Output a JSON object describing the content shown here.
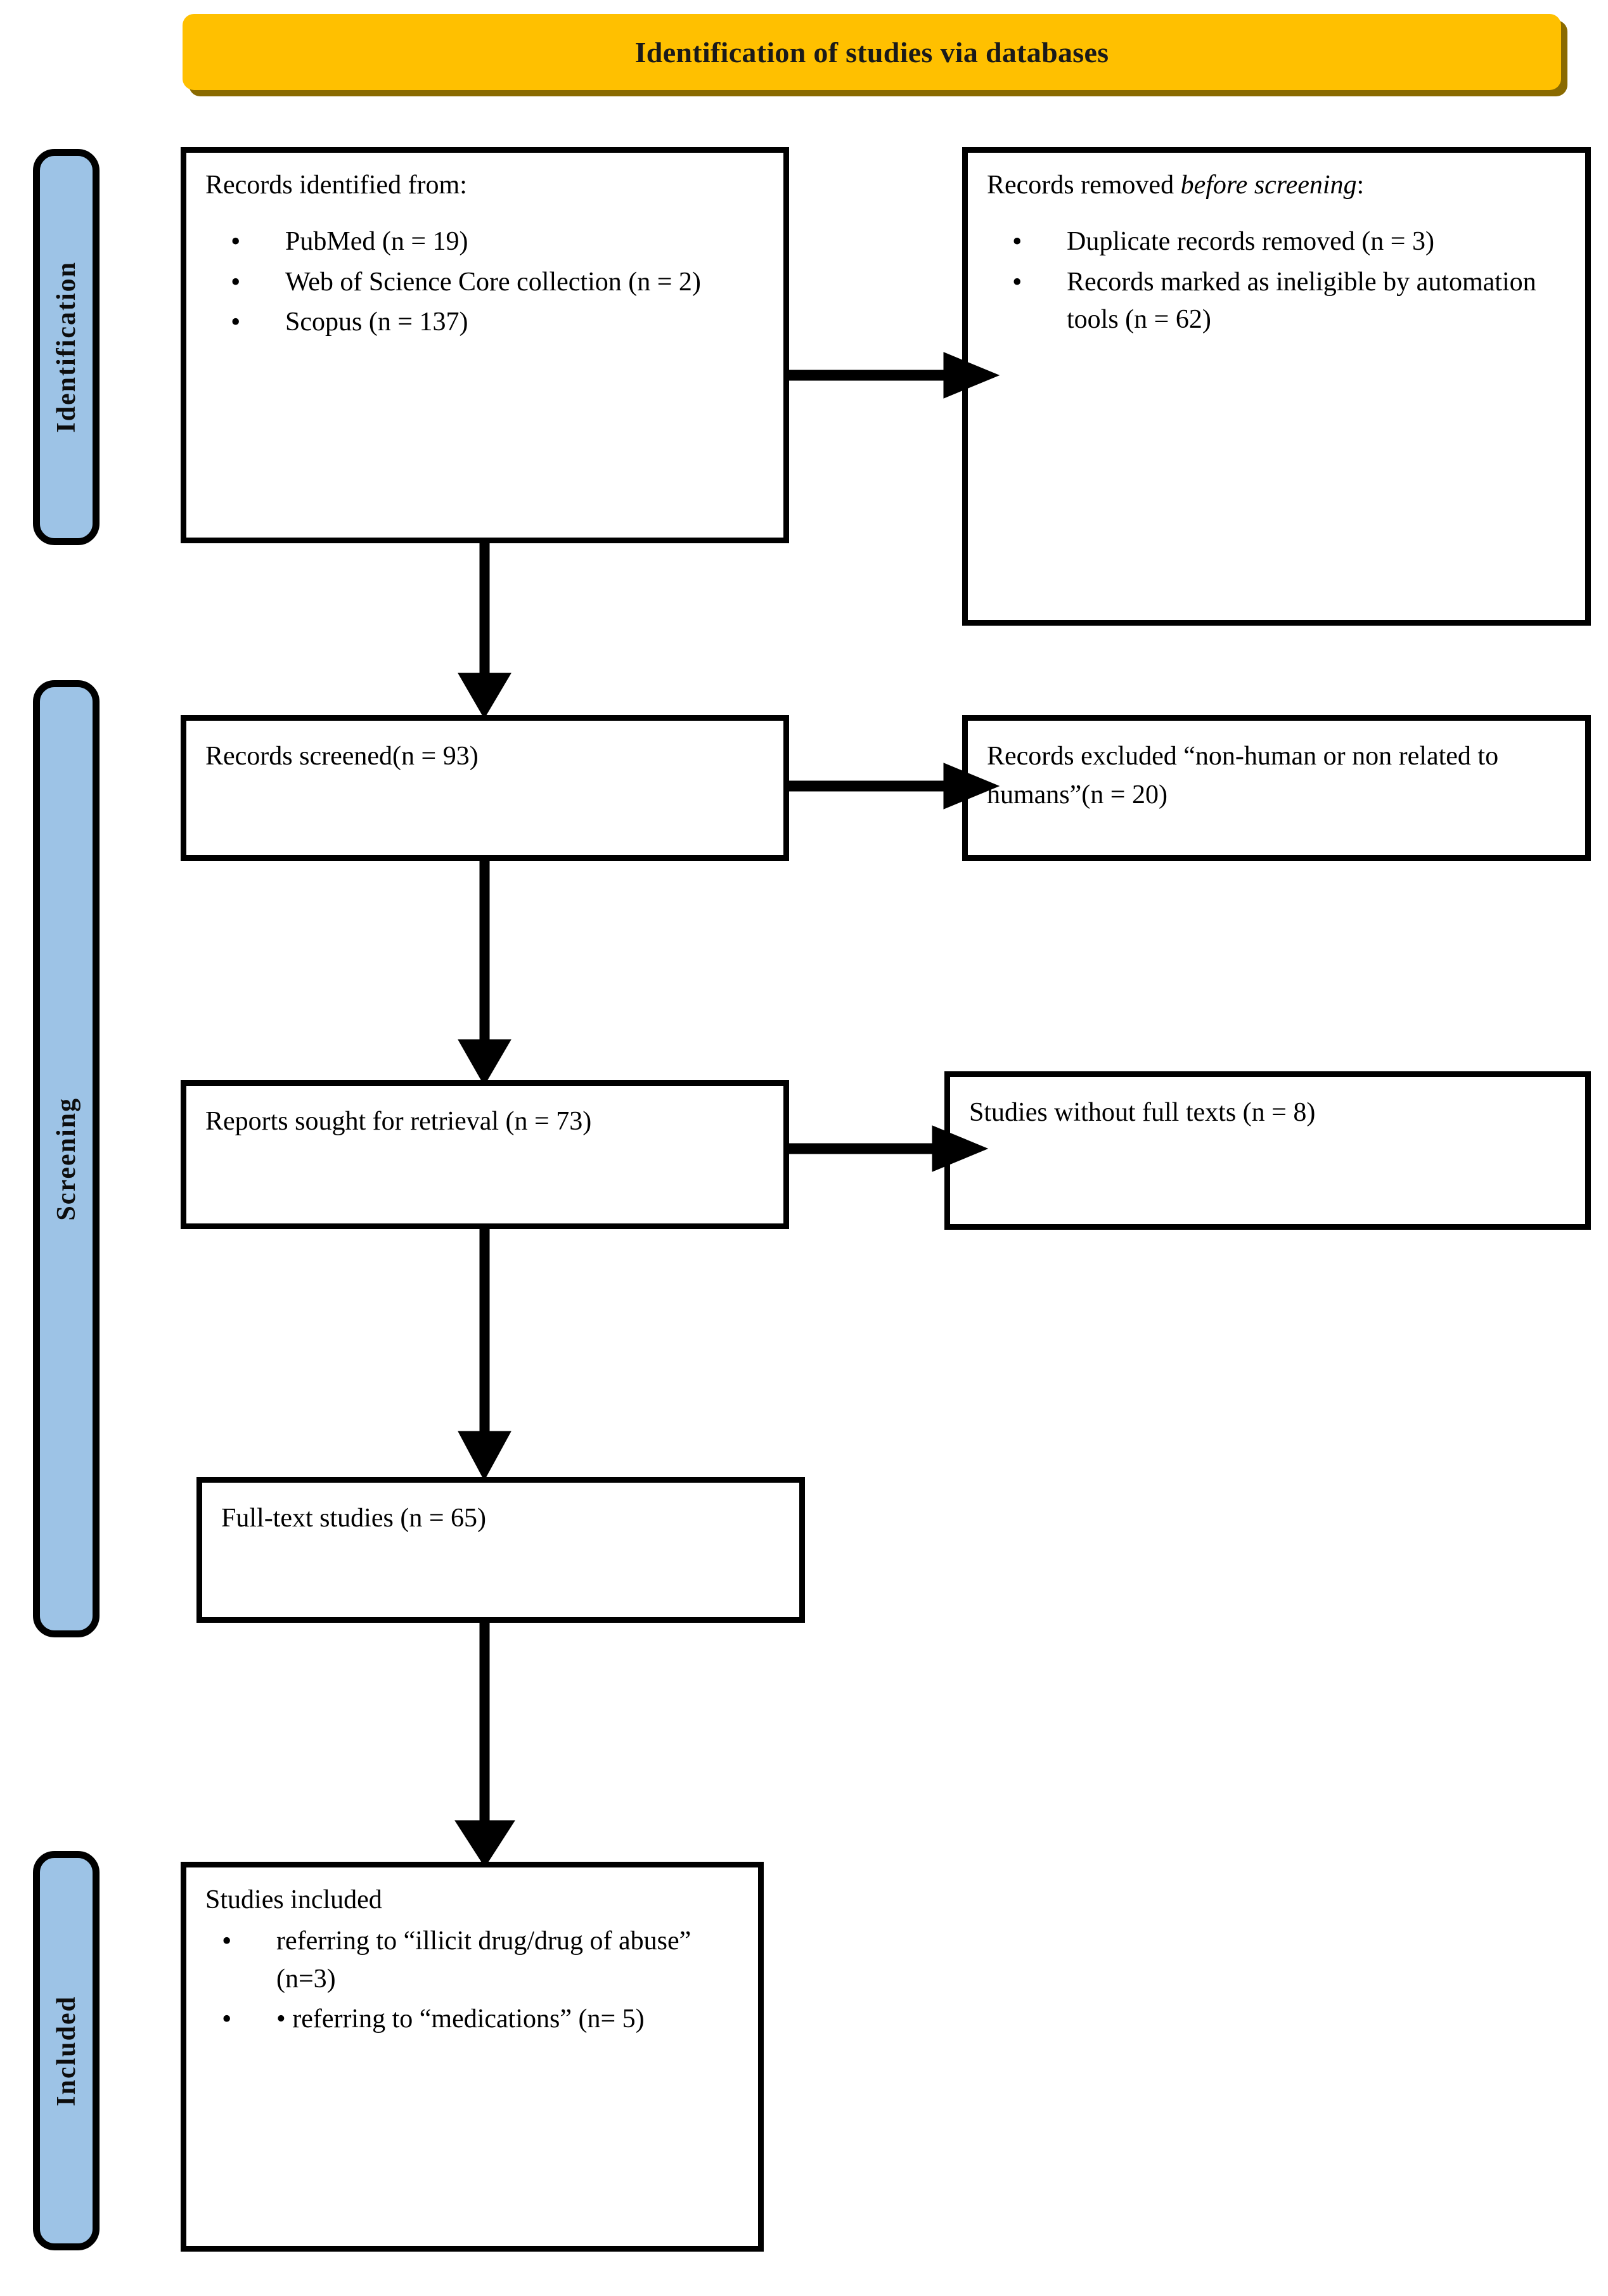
{
  "banner": {
    "title": "Identification of studies via databases",
    "fill_color": "#FFC000",
    "shadow_color": "#8A6A00"
  },
  "stages": [
    {
      "key": "identification",
      "label": "Identification",
      "fill_color": "#9DC3E6"
    },
    {
      "key": "screening",
      "label": "Screening",
      "fill_color": "#9DC3E6"
    },
    {
      "key": "included",
      "label": "Included",
      "fill_color": "#9DC3E6"
    }
  ],
  "boxes": {
    "identified": {
      "head": "Records identified from:",
      "items": [
        "PubMed (n = 19)",
        "Web of Science Core collection (n = 2)",
        "Scopus (n = 137)"
      ]
    },
    "removed": {
      "head_plain": "Records removed ",
      "head_italic": "before screening",
      "head_tail": ":",
      "items": [
        "Duplicate records removed (n = 3)",
        "Records marked as ineligible by automation tools (n = 62)"
      ]
    },
    "screened": {
      "text": "Records screened(n = 93)"
    },
    "excluded": {
      "text": "Records excluded “non-human or non related to humans”(n = 20)"
    },
    "sought": {
      "text": "Reports sought for retrieval (n = 73)"
    },
    "nofulltext": {
      "text": "Studies without full texts (n = 8)"
    },
    "fulltext": {
      "text": "Full-text studies (n = 65)"
    },
    "included": {
      "head": "Studies included",
      "items": [
        "referring to “illicit drug/drug of abuse” (n=3)",
        "•   referring to “medications” (n= 5)"
      ]
    }
  },
  "flow_data": {
    "type": "prisma-flow",
    "title": "Identification of studies via databases",
    "identified": {
      "PubMed": 19,
      "Web of Science Core collection": 2,
      "Scopus": 137
    },
    "removed_before_screening": {
      "duplicate_records_removed": 3,
      "ineligible_by_automation_tools": 62
    },
    "records_screened": 93,
    "records_excluded": 20,
    "reports_sought_for_retrieval": 73,
    "studies_without_full_texts": 8,
    "full_text_studies": 65,
    "studies_included": {
      "illicit drug/drug of abuse": 3,
      "medications": 5
    }
  }
}
